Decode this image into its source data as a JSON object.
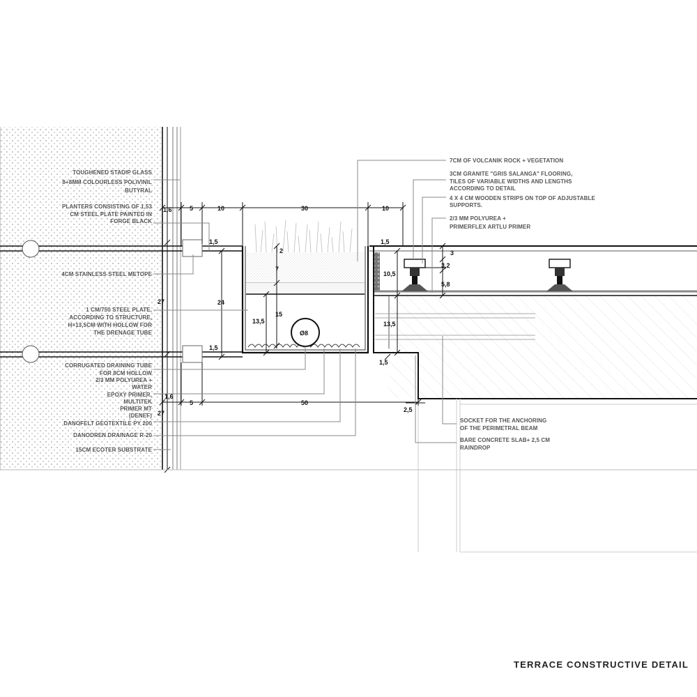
{
  "title": "TERRACE CONSTRUCTIVE DETAIL",
  "left_labels": [
    "TOUGHENED STADIP GLASS",
    "8+8MM COLOURLESS POLIVINIL",
    "BUTYRAL",
    "PLANTERS CONSISTING OF 1,53",
    "CM STEEL PLATE PAINTED IN",
    "FORGE BLACK",
    "4CM STAINLESS STEEL METOPE",
    "1 CM/750 STEEL PLATE,",
    "ACCORDING TO STRUCTURE,",
    "H=13,5CM WITH HOLLOW FOR",
    "THE DRENAGE TUBE",
    "CORRUGATED DRAINING TUBE",
    "FOR 8CM HOLLOW",
    "2/3 MM POLYUREA +",
    "WATER",
    "EPOXY PRIMER,",
    "MULTITEK",
    "PRIMER MT",
    "(DENEF)",
    "DANOFELT GEOTEXTILE PY 200",
    "DANODREN DRAINAGE R-20",
    "15CM ECOTER SUBSTRATE"
  ],
  "right_labels": [
    "7CM OF VOLCANIK ROCK + VEGETATION",
    "3CM  GRANITE \"GRIS SALANGA\" FLOORING,",
    "TILES OF VARIABLE WIDTHS AND LENGTHS",
    "ACCORDING TO DETAIL",
    "4 X 4 CM WOODEN STRIPS ON TOP OF ADJUSTABLE",
    "SUPPORTS.",
    "2/3 MM POLYUREA +",
    "PRIMERFLEX ARTLU PRIMER",
    "SOCKET FOR THE ANCHORING",
    "OF THE PERIMETRAL BEAM",
    "BARE CONCRETE SLAB+ 2,5 CM",
    "RAINDROP"
  ],
  "dimensions": {
    "top_1_6": "1,6",
    "top_5": "5",
    "top_10a": "10",
    "top_30": "30",
    "top_10b": "10",
    "top_1_5": "1,5",
    "left_27a": "27",
    "left_27b": "27",
    "v_24": "24",
    "v_1_5a": "1,5",
    "v_1_5b": "1,5",
    "v_2": "2",
    "v_7": "7",
    "v_15": "15",
    "v_13_5a": "13,5",
    "pipe": "Ø8",
    "r_3": "3",
    "r_3_2": "3,2",
    "r_10_5": "10,5",
    "r_5_8": "5,8",
    "r_13_5": "13,5",
    "r_1_5": "1,5",
    "bot_1_6": "1,6",
    "bot_5": "5",
    "bot_50": "50",
    "bot_2_5": "2,5"
  }
}
